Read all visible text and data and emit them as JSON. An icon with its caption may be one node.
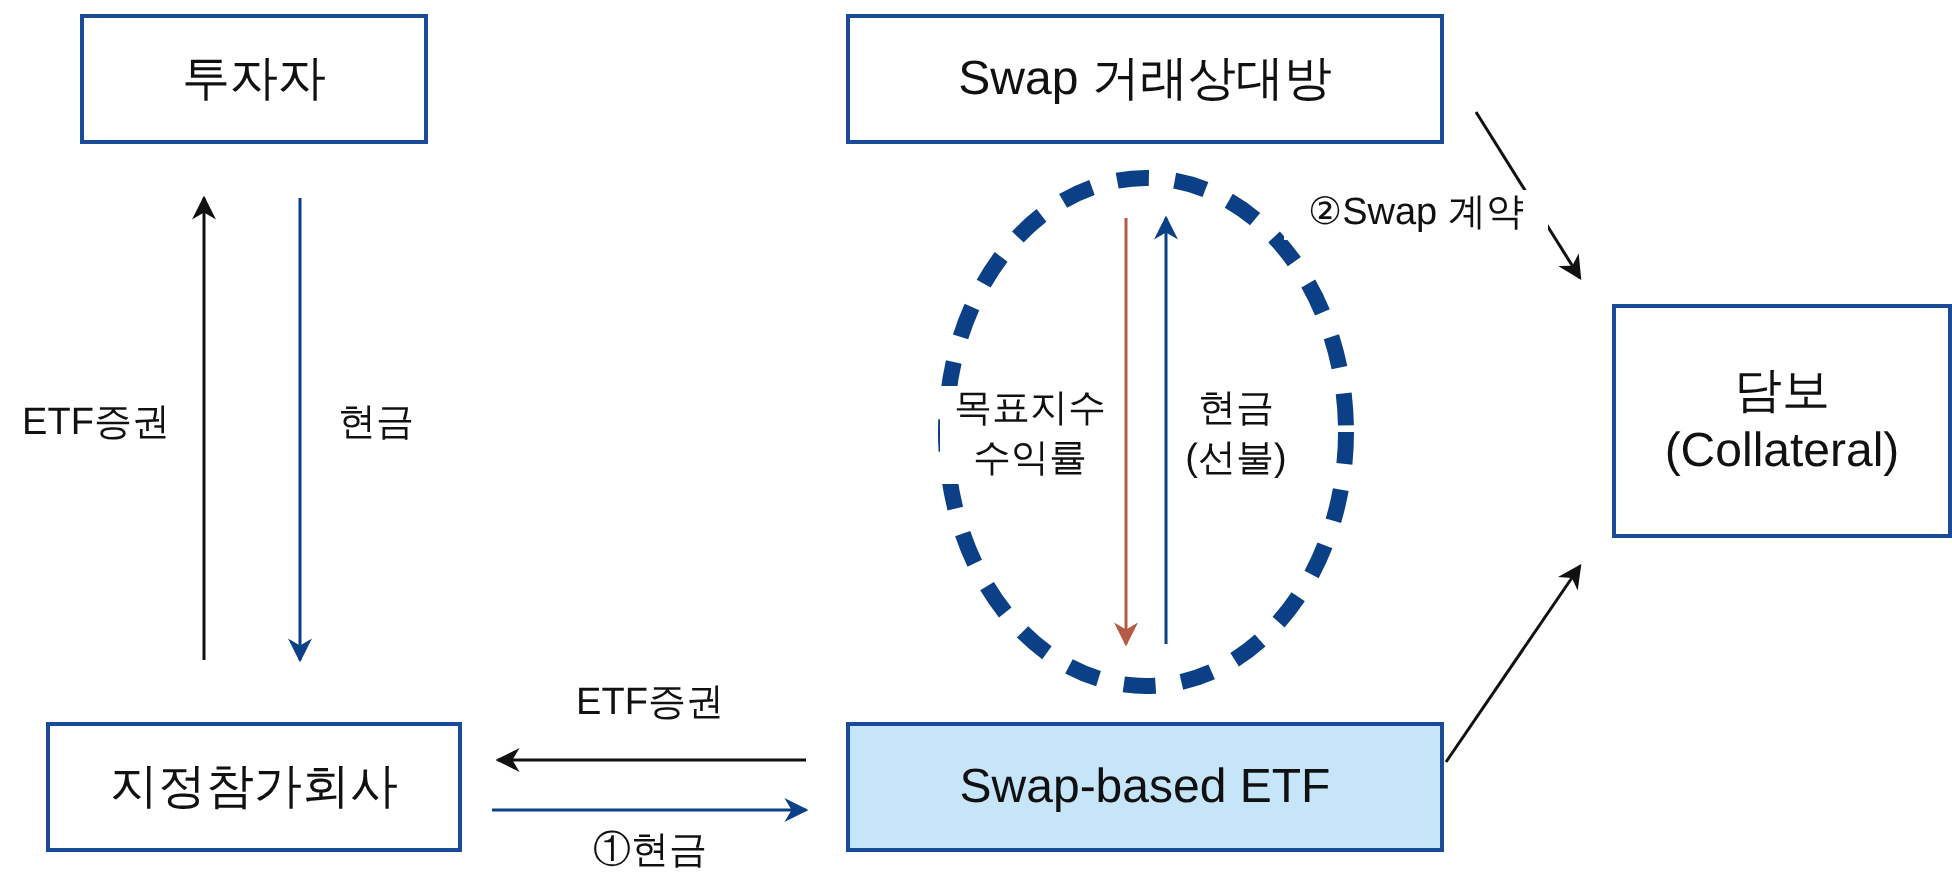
{
  "diagram": {
    "nodes": [
      {
        "text": [
          "투자자"
        ]
      },
      {
        "text": [
          "Swap 거래상대방"
        ]
      },
      {
        "text": [
          "담보",
          "(Collateral)"
        ]
      },
      {
        "text": [
          "지정참가회사"
        ]
      },
      {
        "text": [
          "Swap-based ETF"
        ]
      }
    ],
    "edges": [
      {
        "from": 3,
        "to": 0,
        "arrow": "to",
        "label": "ETF증권"
      },
      {
        "from": 0,
        "to": 3,
        "arrow": "to",
        "label": "현금",
        "color": "#0b3f86"
      },
      {
        "from": 4,
        "to": 3,
        "arrow": "to",
        "label": "ETF증권"
      },
      {
        "from": 3,
        "to": 4,
        "arrow": "to",
        "label": "①현금",
        "color": "#0b3f86"
      },
      {
        "from": 1,
        "to": 4,
        "arrow": "to",
        "label": "목표지수 수익률",
        "color": "#b55a46"
      },
      {
        "from": 4,
        "to": 1,
        "arrow": "to",
        "label": "현금 (선불)",
        "color": "#0b3f86"
      },
      {
        "from": 1,
        "to": 2,
        "arrow": "to",
        "label": "②Swap 계약"
      },
      {
        "from": 4,
        "to": 2,
        "arrow": "to"
      }
    ]
  }
}
